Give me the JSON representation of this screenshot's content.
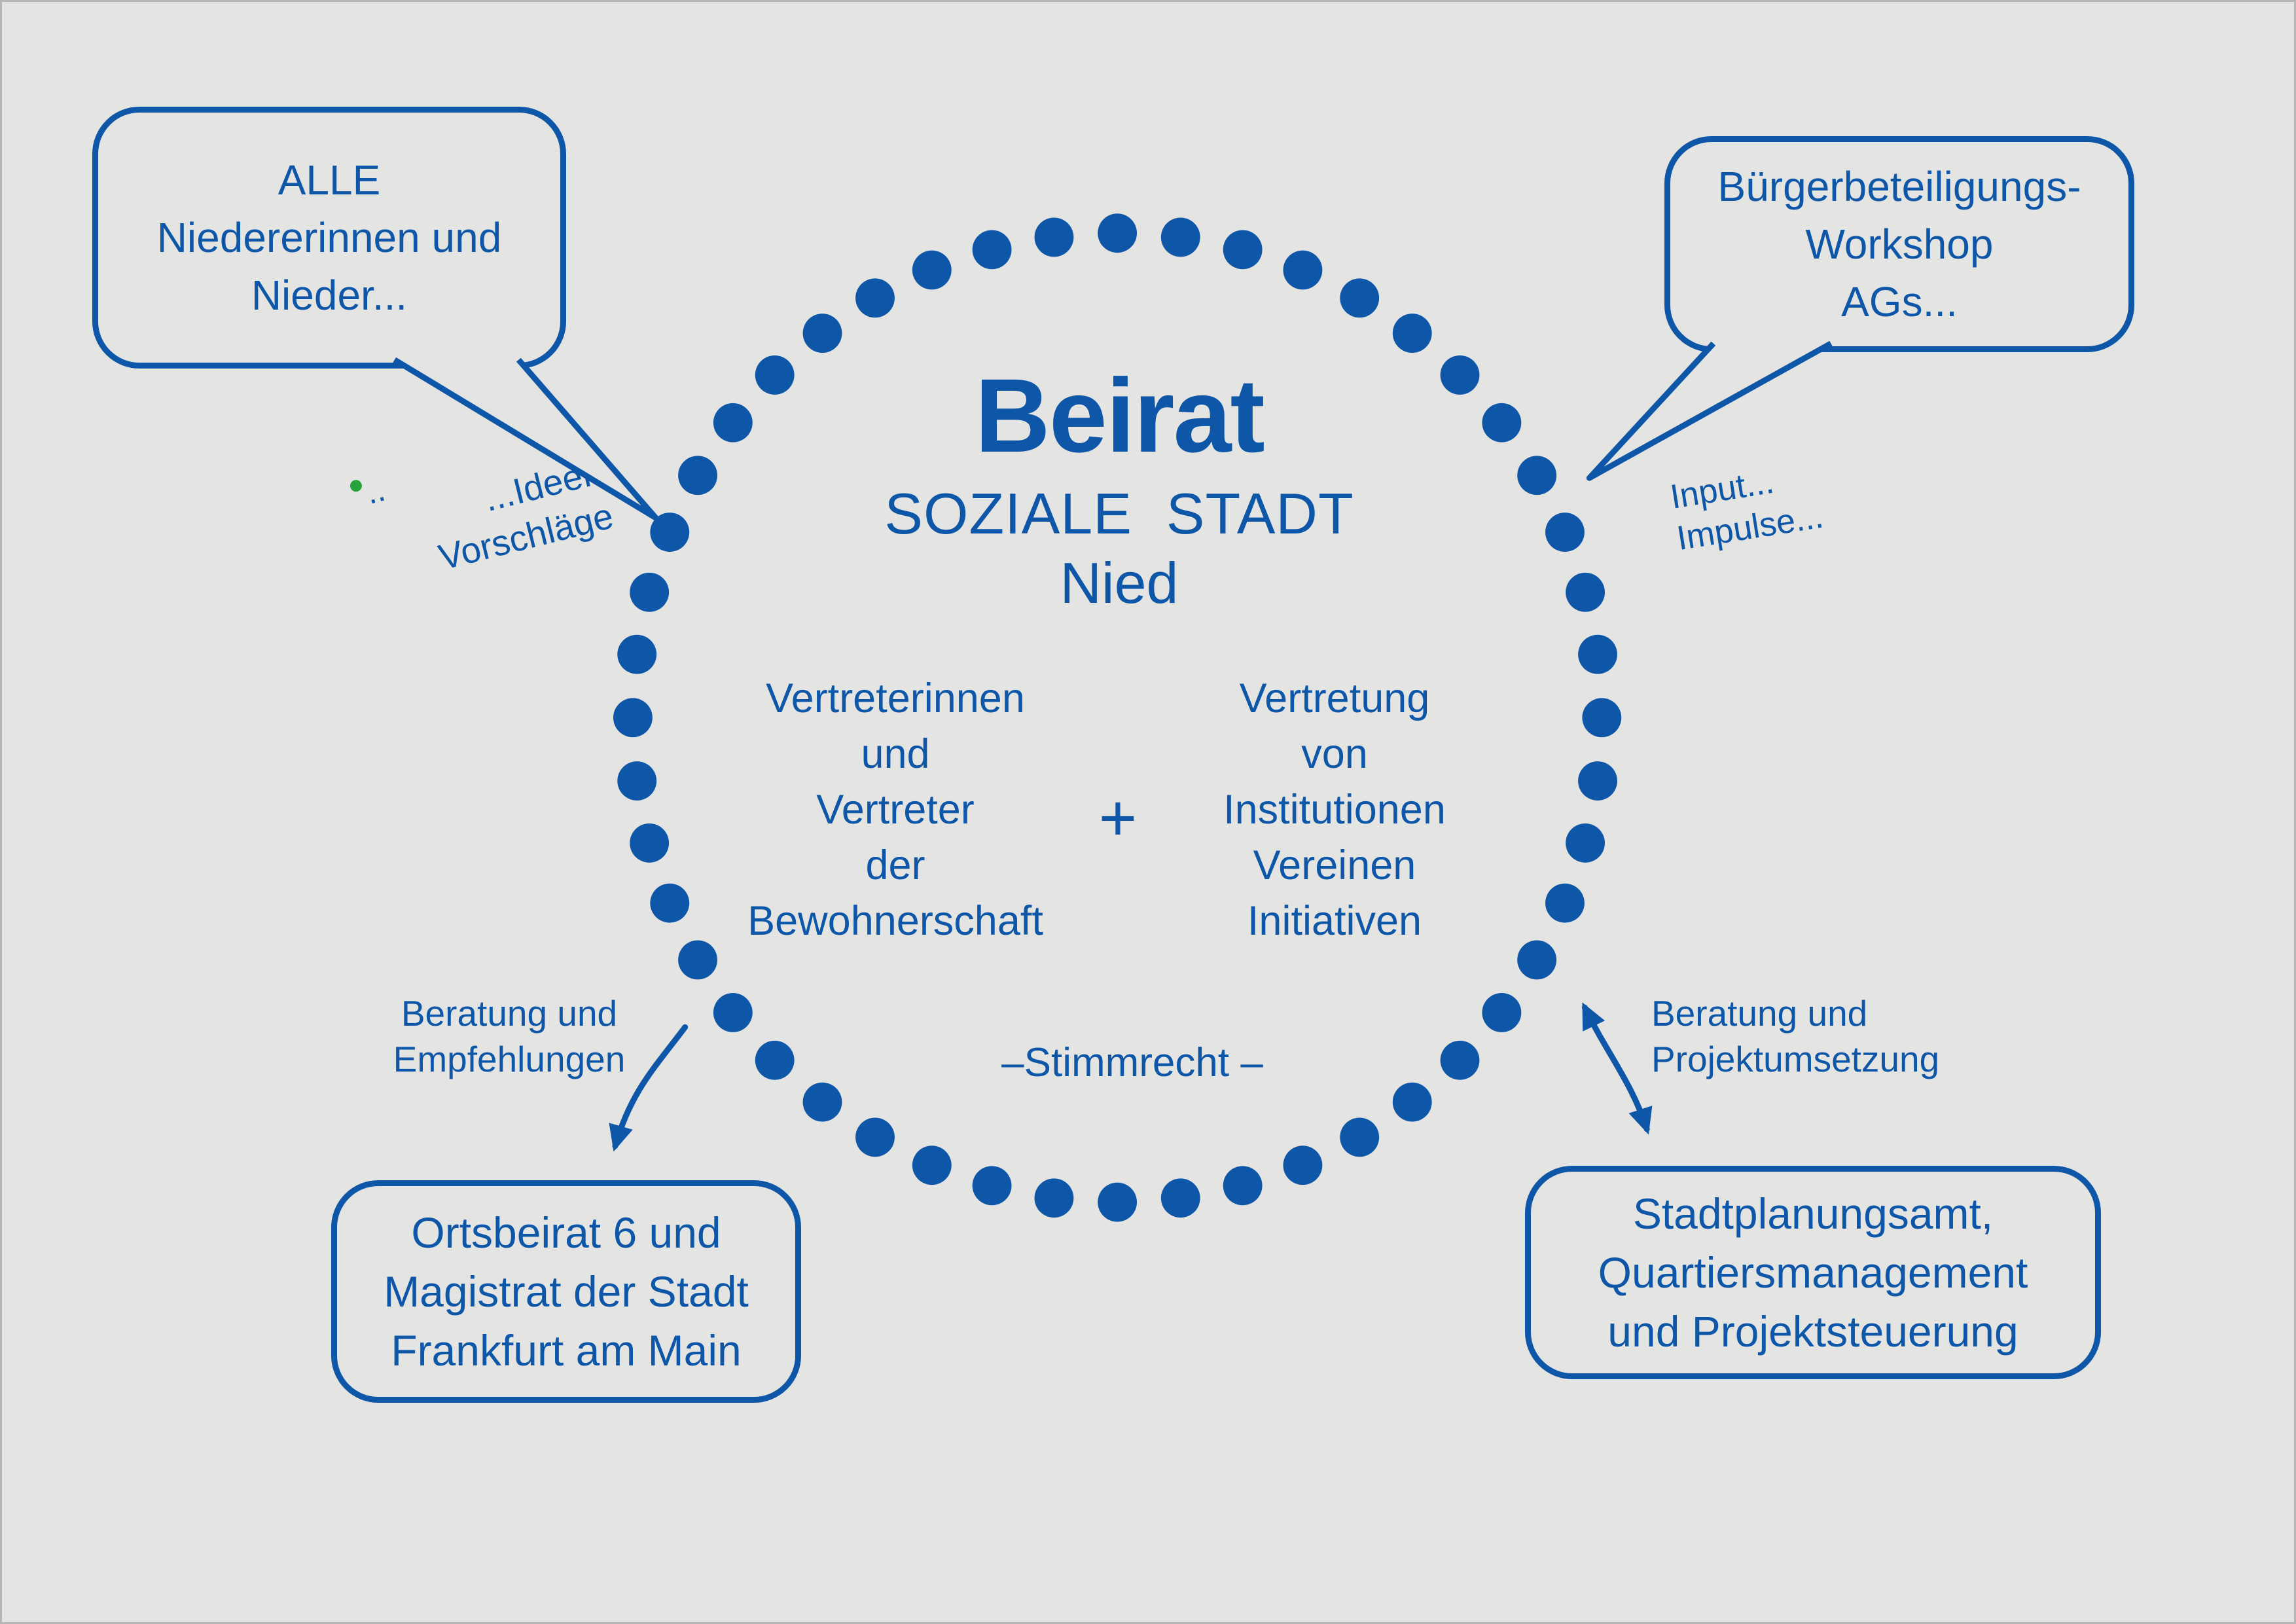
{
  "colors": {
    "blue": "#0e57a8",
    "background": "#e4e4e2",
    "green": "#28a23c"
  },
  "center": {
    "title": "Beirat",
    "subtitle": "SOZIALE STADT",
    "subtitle2": "Nied",
    "left_column": [
      "Vertreterinnen",
      "und",
      "Vertreter",
      "der",
      "Bewohnerschaft"
    ],
    "plus": "+",
    "right_column": [
      "Vertretung",
      "von",
      "Institutionen",
      "Vereinen",
      "Initiativen"
    ],
    "voting": "–Stimmrecht –"
  },
  "bubbles": {
    "top_left": {
      "lines": [
        "ALLE",
        "Niedererinnen und",
        "Nieder..."
      ]
    },
    "top_right": {
      "lines": [
        "Bürgerbeteiligungs-",
        "Workshop",
        "AGs..."
      ]
    },
    "bottom_left": {
      "lines": [
        "Ortsbeirat 6 und",
        "Magistrat der Stadt",
        "Frankfurt am Main"
      ]
    },
    "bottom_right": {
      "lines": [
        "Stadtplanungsamt,",
        "Quartiersmanagement",
        "und Projektsteuerung"
      ]
    }
  },
  "annotations": {
    "ideas": {
      "lines": [
        "...Ideen",
        "Vorschläge"
      ],
      "dots": ".."
    },
    "input": {
      "lines": [
        "Input...",
        "Impulse..."
      ]
    },
    "advice_left": {
      "lines": [
        "Beratung und",
        "Empfehlungen"
      ]
    },
    "advice_right": {
      "lines": [
        "Beratung und",
        "Projektumsetzung"
      ]
    }
  }
}
